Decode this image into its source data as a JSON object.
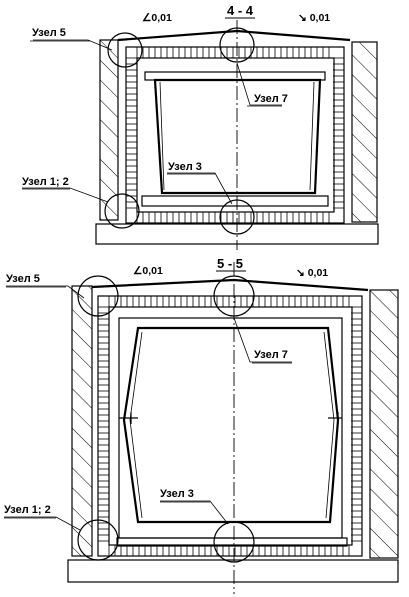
{
  "sections": [
    {
      "title": "4 - 4",
      "slope_left": "∠0,01",
      "slope_right": "↘ 0,01",
      "nodes": [
        "Узел 5",
        "Узел 7",
        "Узел 3",
        "Узел 1; 2"
      ]
    },
    {
      "title": "5 - 5",
      "slope_left": "∠0,01",
      "slope_right": "↘ 0,01",
      "nodes": [
        "Узел 5",
        "Узел 7",
        "Узел 3",
        "Узел 1; 2"
      ]
    }
  ]
}
